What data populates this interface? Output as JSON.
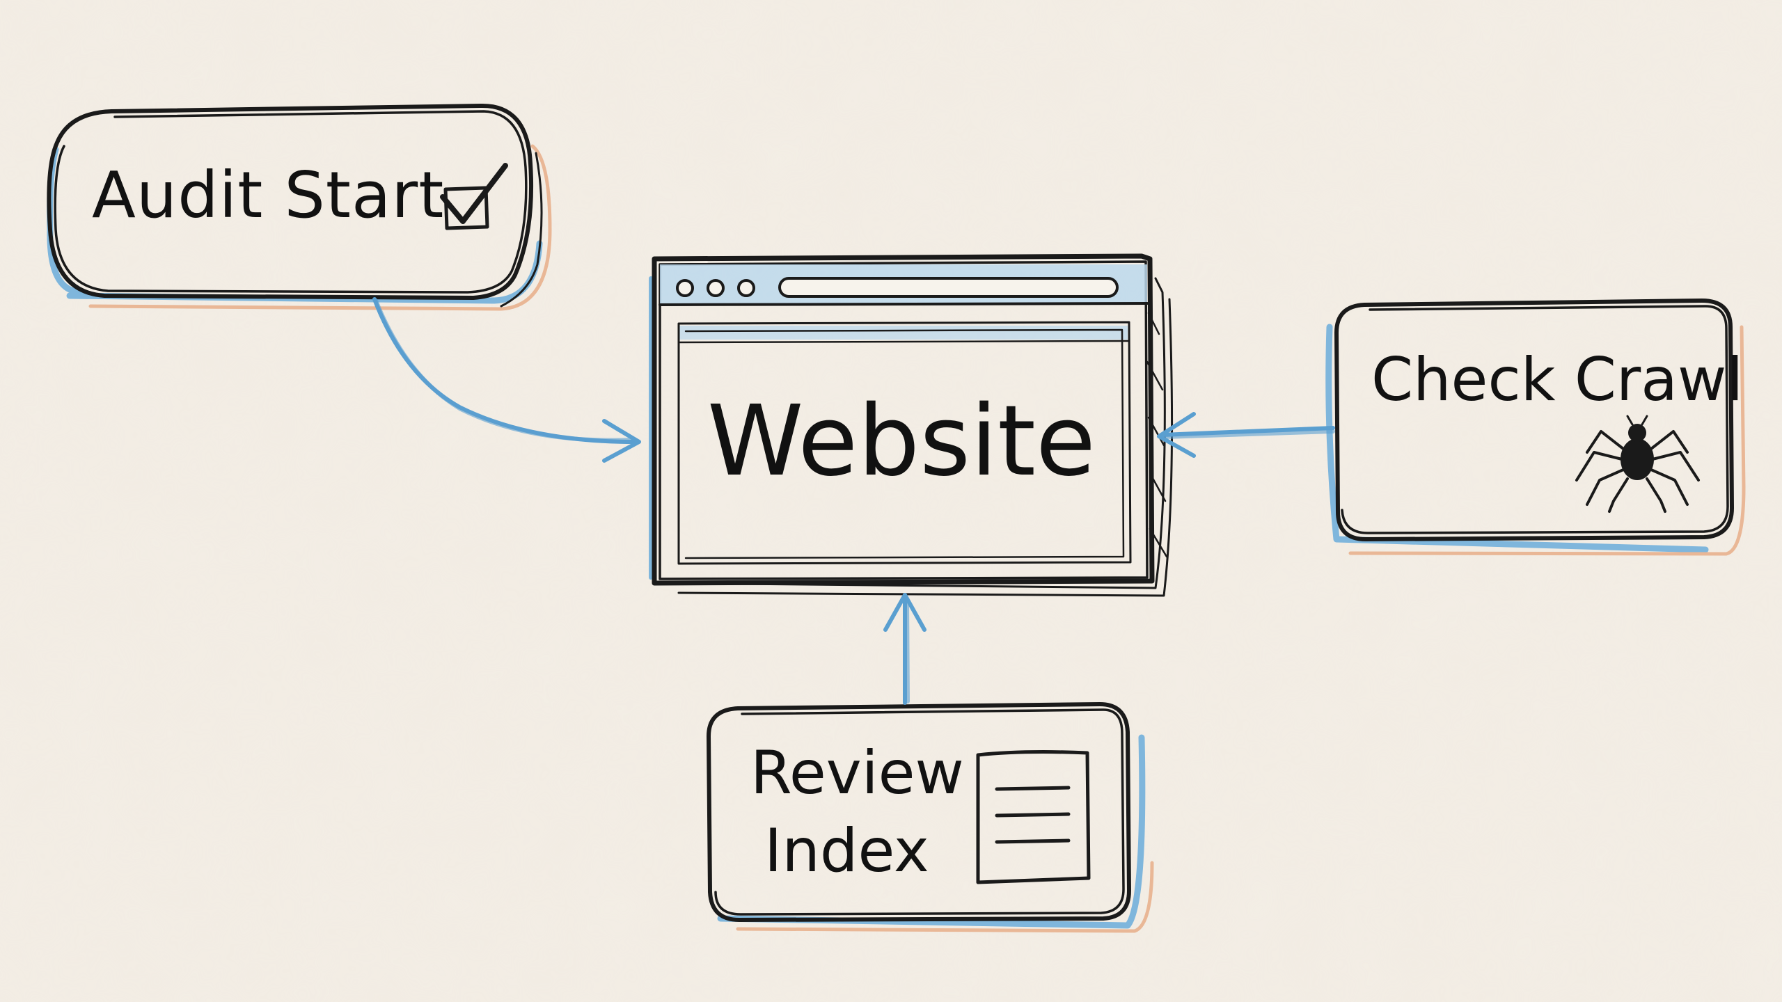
{
  "diagram": {
    "nodes": {
      "audit_start": {
        "label": "Audit Start",
        "icon": "checkbox-check-icon"
      },
      "website": {
        "label": "Website",
        "icon": "browser-window-icon"
      },
      "check_crawl": {
        "label": "Check Crawl",
        "icon": "spider-icon"
      },
      "review_index": {
        "label_line1": "Review",
        "label_line2": "Index",
        "icon": "document-lines-icon"
      }
    },
    "edges": [
      {
        "from": "audit_start",
        "to": "website"
      },
      {
        "from": "check_crawl",
        "to": "website"
      },
      {
        "from": "review_index",
        "to": "website"
      }
    ],
    "colors": {
      "background": "#f2ece3",
      "ink": "#1a1a1a",
      "arrow": "#5a9fd0",
      "shadow_blue": "#7fb6dc",
      "shadow_peach": "#e9b796"
    }
  }
}
